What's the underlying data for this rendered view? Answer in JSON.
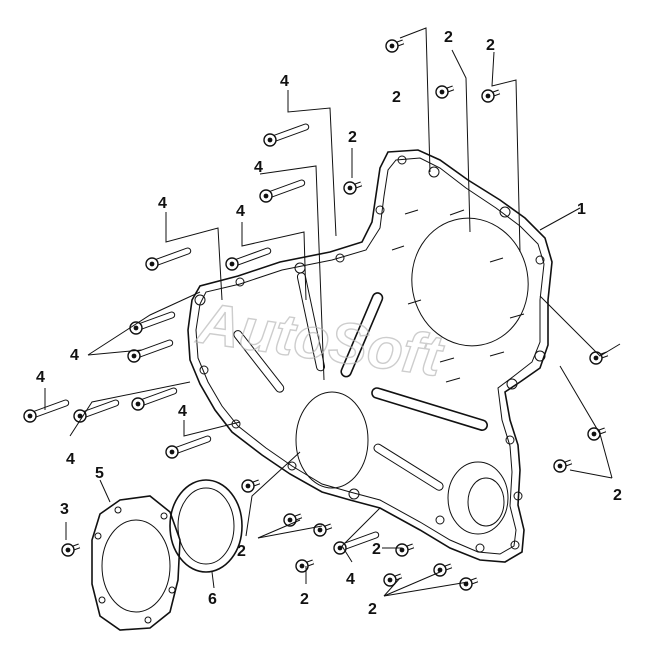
{
  "diagram": {
    "watermark": "AutoSoft",
    "callouts": [
      {
        "id": "c1",
        "label": "1"
      },
      {
        "id": "c2a",
        "label": "2"
      },
      {
        "id": "c2b",
        "label": "2"
      },
      {
        "id": "c2c",
        "label": "2"
      },
      {
        "id": "c2d",
        "label": "2"
      },
      {
        "id": "c2e",
        "label": "2"
      },
      {
        "id": "c2f",
        "label": "2"
      },
      {
        "id": "c2g",
        "label": "2"
      },
      {
        "id": "c2h",
        "label": "2"
      },
      {
        "id": "c2i",
        "label": "2"
      },
      {
        "id": "c3",
        "label": "3"
      },
      {
        "id": "c4a",
        "label": "4"
      },
      {
        "id": "c4b",
        "label": "4"
      },
      {
        "id": "c4c",
        "label": "4"
      },
      {
        "id": "c4d",
        "label": "4"
      },
      {
        "id": "c4e",
        "label": "4"
      },
      {
        "id": "c4f",
        "label": "4"
      },
      {
        "id": "c4g",
        "label": "4"
      },
      {
        "id": "c4h",
        "label": "4"
      },
      {
        "id": "c4i",
        "label": "4"
      },
      {
        "id": "c5",
        "label": "5"
      },
      {
        "id": "c6",
        "label": "6"
      }
    ]
  }
}
